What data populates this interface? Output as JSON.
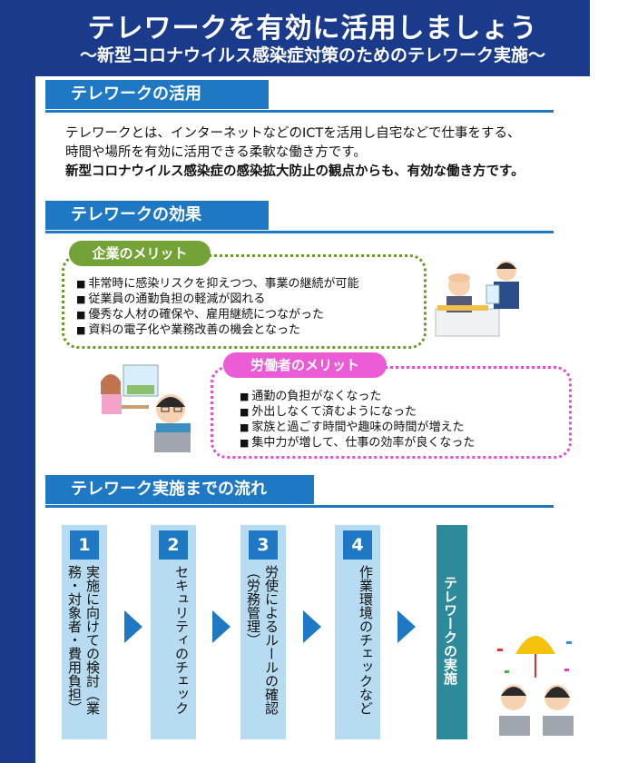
{
  "header": {
    "title": "テレワークを有効に活用しましょう",
    "subtitle": "〜新型コロナウイルス感染症対策のためのテレワーク実施〜"
  },
  "sections": {
    "utilization": "テレワークの活用",
    "effects": "テレワークの効果",
    "flow": "テレワーク実施までの流れ"
  },
  "intro": {
    "line1": "テレワークとは、インターネットなどのICTを活用し自宅などで仕事をする、",
    "line2": "時間や場所を有効に活用できる柔軟な働き方です。",
    "line3": "新型コロナウイルス感染症の感染拡大防止の観点からも、有効な働き方です。"
  },
  "company": {
    "label": "企業のメリット",
    "items": [
      "非常時に感染リスクを抑えつつ、事業の継続が可能",
      "従業員の通勤負担の軽減が図れる",
      "優秀な人材の確保や、雇用継続につながった",
      "資料の電子化や業務改善の機会となった"
    ]
  },
  "worker": {
    "label": "労働者のメリット",
    "items": [
      "通勤の負担がなくなった",
      "外出しなくて済むようになった",
      "家族と過ごす時間や趣味の時間が増えた",
      "集中力が増して、仕事の効率が良くなった"
    ]
  },
  "steps": [
    {
      "num": "1",
      "text": "実施に向けての検討（業務・対象者・費用負担）"
    },
    {
      "num": "2",
      "text": "セキュリティのチェック"
    },
    {
      "num": "3",
      "text": "労使によるルールの確認（労務管理）"
    },
    {
      "num": "4",
      "text": "作業環境のチェックなど"
    }
  ],
  "final_step": "テレワークの実施",
  "colors": {
    "navy": "#1a3a8c",
    "blue": "#1f78c4",
    "green": "#73a336",
    "pink": "#ec5bd6",
    "light_blue": "#b7dbf0",
    "teal": "#2d8a9a"
  }
}
